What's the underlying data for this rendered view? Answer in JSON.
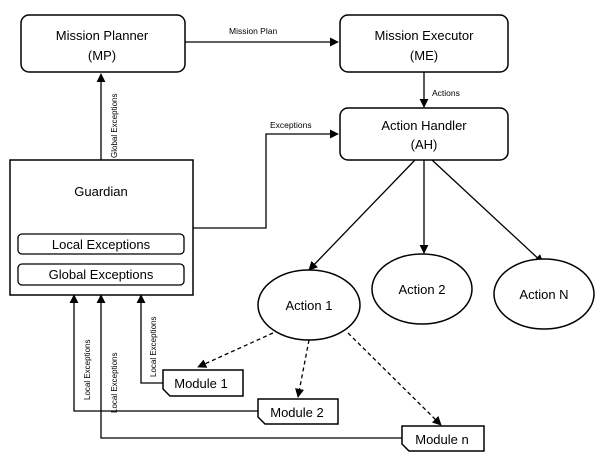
{
  "nodes": {
    "mission_planner": {
      "name": "Mission Planner",
      "abbr": "(MP)"
    },
    "mission_executor": {
      "name": "Mission Executor",
      "abbr": "(ME)"
    },
    "action_handler": {
      "name": "Action Handler",
      "abbr": "(AH)"
    },
    "guardian": {
      "name": "Guardian",
      "local_exceptions": "Local Exceptions",
      "global_exceptions": "Global Exceptions"
    },
    "action_1": "Action 1",
    "action_2": "Action 2",
    "action_n": "Action N",
    "module_1": "Module 1",
    "module_2": "Module 2",
    "module_n": "Module n"
  },
  "edges": {
    "mission_plan": "Mission Plan",
    "actions": "Actions",
    "exceptions": "Exceptions",
    "global_exceptions": "Global Exceptions",
    "local_exceptions_1": "Local Exceptions",
    "local_exceptions_2": "Local Exceptions",
    "local_exceptions_3": "Local Exceptions"
  },
  "colors": {
    "stroke": "#000000",
    "fill": "#ffffff"
  }
}
